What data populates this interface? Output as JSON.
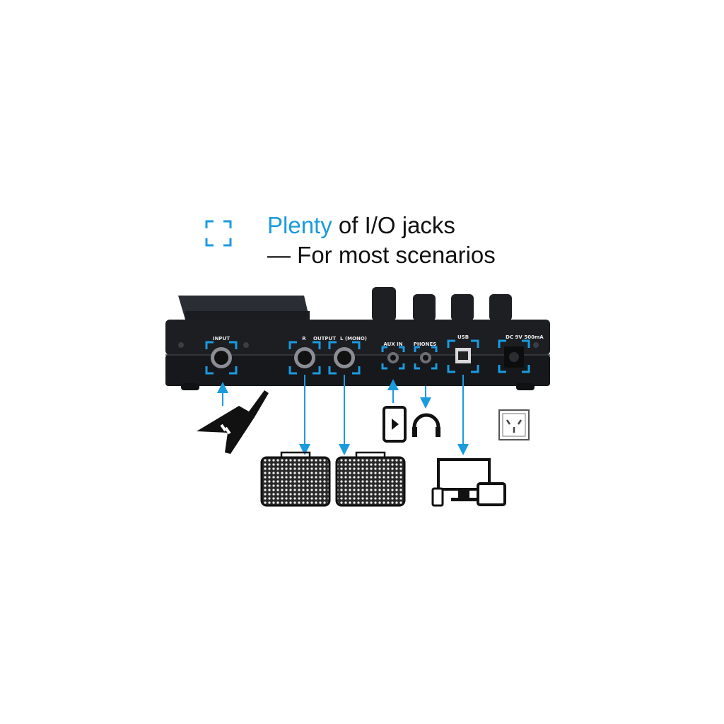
{
  "headline": {
    "accent_word": "Plenty",
    "line1_rest": " of I/O jacks",
    "line2": "— For most scenarios"
  },
  "device": {
    "jacks": {
      "input": "INPUT",
      "r": "R",
      "output": "OUTPUT",
      "l_mono": "L (MONO)",
      "aux_in": "AUX IN",
      "phones": "PHONES",
      "usb": "USB",
      "dc": "DC 9V",
      "current": "500mA"
    }
  },
  "colors": {
    "accent": "#1a9be0",
    "device_body": "#1c1e22",
    "text": "#111111"
  },
  "icons": [
    "bracket-icon",
    "guitar-icon",
    "smartphone-icon",
    "headphones-icon",
    "power-outlet-icon",
    "amplifier-icon",
    "monitor-icon",
    "tablet-icon",
    "phone-icon"
  ]
}
